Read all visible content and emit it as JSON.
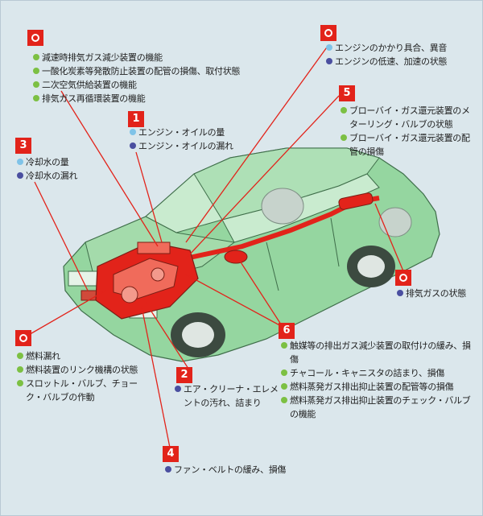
{
  "colors": {
    "badge": "#e2231a",
    "green_dot": "#7cc043",
    "blue_dot": "#7fc3e8",
    "navy_dot": "#4a4fa0",
    "car_body": "#95d6a0",
    "engine": "#e2231a"
  },
  "blocks": {
    "exhaust_top": {
      "badge": "",
      "items": [
        "減速時排気ガス減少装置の機能",
        "一酸化炭素等発散防止装置の配管の損傷、取付状態",
        "二次空気供給装置の機能",
        "排気ガス再循環装置の機能"
      ]
    },
    "engine_oil": {
      "badge": "1",
      "items": [
        "エンジン・オイルの量",
        "エンジン・オイルの漏れ"
      ]
    },
    "coolant": {
      "badge": "3",
      "items": [
        "冷却水の量",
        "冷却水の漏れ"
      ]
    },
    "engine_start": {
      "badge": "",
      "items": [
        "エンジンのかかり具合、異音",
        "エンジンの低速、加速の状態"
      ]
    },
    "blowby": {
      "badge": "5",
      "items": [
        "ブローバイ・ガス還元装置のメターリング・バルブの状態",
        "ブローバイ・ガス還元装置の配管の損傷"
      ]
    },
    "exhaust_gas": {
      "badge": "",
      "items": [
        "排気ガスの状態"
      ]
    },
    "fuel": {
      "badge": "",
      "items": [
        "燃料漏れ",
        "燃料装置のリンク機構の状態",
        "スロットル・バルブ、チョーク・バルブの作動"
      ]
    },
    "air_cleaner": {
      "badge": "2",
      "items": [
        "エア・クリーナ・エレメントの汚れ、詰まり"
      ]
    },
    "catalyst": {
      "badge": "6",
      "items": [
        "触媒等の排出ガス減少装置の取付けの緩み、損傷",
        "チャコール・キャニスタの詰まり、損傷",
        "燃料蒸発ガス排出抑止装置の配管等の損傷",
        "燃料蒸発ガス排出抑止装置のチェック・バルブの機能"
      ]
    },
    "fan_belt": {
      "badge": "4",
      "items": [
        "ファン・ベルトの緩み、損傷"
      ]
    }
  }
}
